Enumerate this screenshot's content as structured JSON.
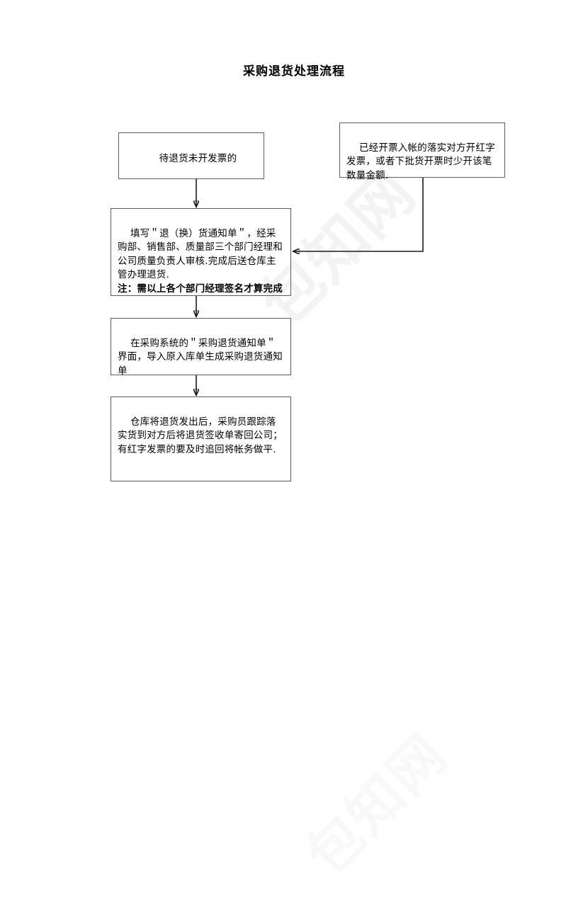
{
  "document": {
    "title": "采购退货处理流程"
  },
  "watermarks": {
    "center": "包知网",
    "bottom": "包知网"
  },
  "flowchart": {
    "type": "flowchart",
    "nodes": [
      {
        "id": "await-return-no-invoice",
        "label": "待退货未开发票的",
        "align": "center"
      },
      {
        "id": "invoiced-booked",
        "label": "已经开票入帐的落实对方开红字发票，或者下批货开票时少开该笔数量金额.",
        "align": "left"
      },
      {
        "id": "fill-return-form",
        "label": "填写＂退（换）货通知单＂，经采购部、销售部、质量部三个部门经理和公司质量负责人审核.完成后送仓库主管办理退货.",
        "note": "注：需以上各个部门经理签名才算完成",
        "align": "left"
      },
      {
        "id": "purchase-system-entry",
        "label": "在采购系统的＂采购退货通知单＂界面，导入原入库单生成采购退货通知单",
        "align": "left"
      },
      {
        "id": "warehouse-ship-followup",
        "label": "仓库将退货发出后，采购员跟踪落实货到对方后将退货签收单寄回公司；有红字发票的要及时追回将帐务做平.",
        "align": "left"
      }
    ],
    "edges": [
      {
        "from": "await-return-no-invoice",
        "to": "fill-return-form",
        "style": "arrow-down"
      },
      {
        "from": "invoiced-booked",
        "to": "fill-return-form",
        "style": "arrow-down-left"
      },
      {
        "from": "fill-return-form",
        "to": "purchase-system-entry",
        "style": "arrow-down"
      },
      {
        "from": "purchase-system-entry",
        "to": "warehouse-ship-followup",
        "style": "arrow-down"
      }
    ]
  },
  "colors": {
    "box_border": "#5b5b5b",
    "connector": "#1a1a1a",
    "text": "#000000",
    "background": "#ffffff",
    "watermark": "#f2f3f4"
  }
}
